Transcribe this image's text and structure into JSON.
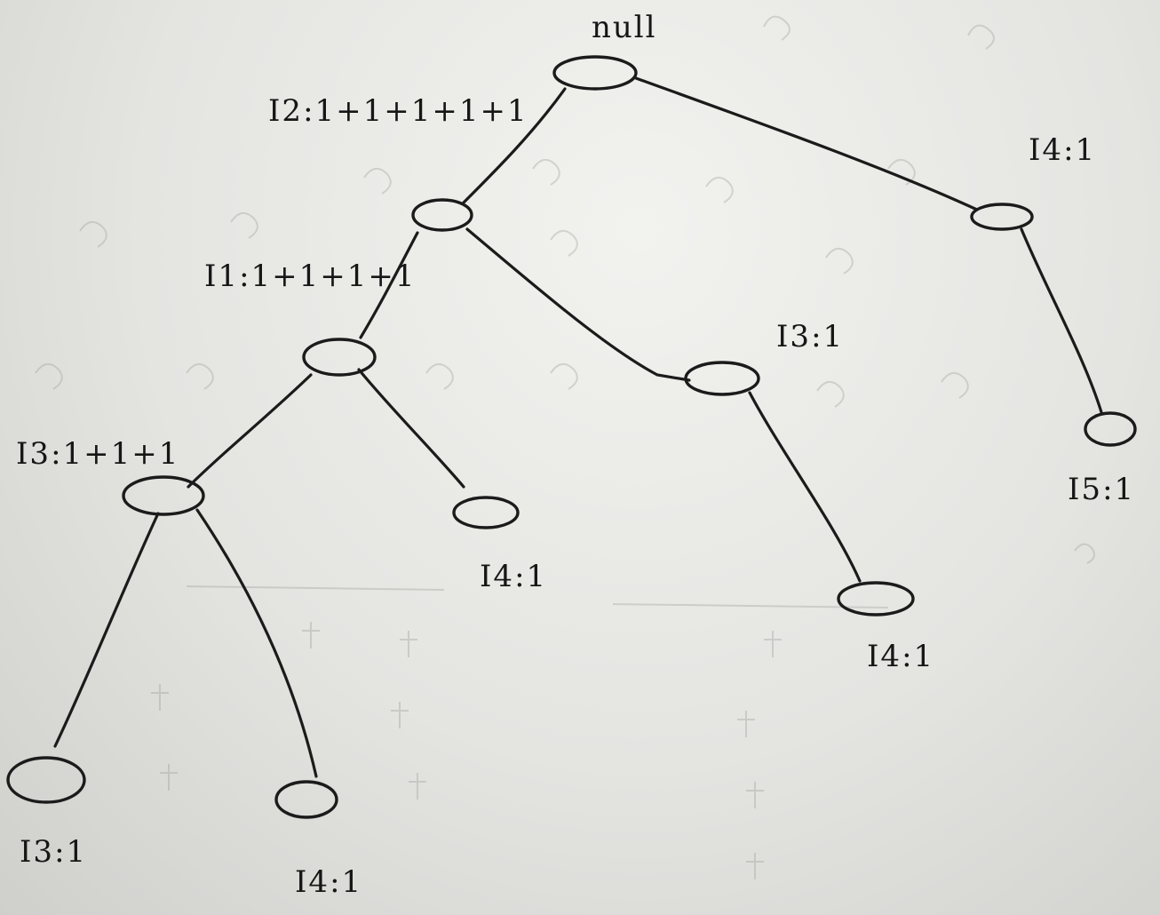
{
  "tree": {
    "root_label": "null",
    "node_labels": {
      "i2": "I2:1+1+1+1+1",
      "i1": "I1:1+1+1+1",
      "i3": "I3:1+1+1",
      "i3_leaf": "I3:1",
      "i4_under_i3": "I4:1",
      "i4_under_i1": "I4:1",
      "i3_under_i2": "I3:1",
      "i4_under_i3b": "I4:1",
      "i4_under_root": "I4:1",
      "i5": "I5:1"
    }
  }
}
